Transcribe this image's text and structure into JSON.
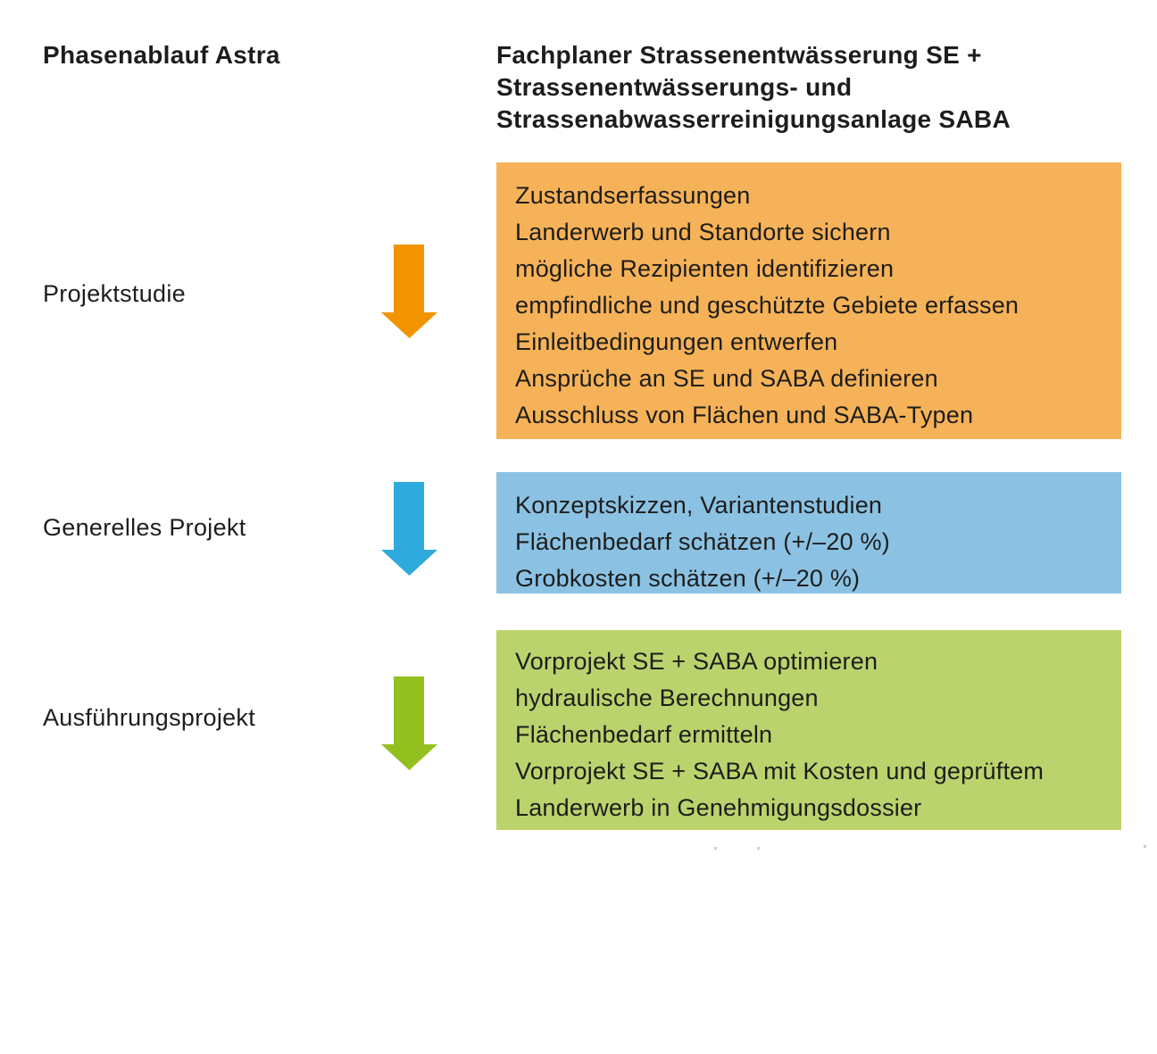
{
  "ink": "#1D1D1B",
  "headers": {
    "left": "Phasenablauf Astra",
    "right_lines": [
      "Fachplaner Strassenentwässerung SE +",
      "Strassenentwässerungs- und",
      "Strassenabwasserreinigungsanlage SABA"
    ]
  },
  "phases": [
    {
      "label": "Projektstudie",
      "arrow_color": "#F29400",
      "box_color": "#F6B258",
      "tasks": [
        "Zustandserfassungen",
        "Landerwerb und Standorte sichern",
        "mögliche Rezipienten identifizieren",
        "empfindliche und geschützte Gebiete erfassen",
        "Einleitbedingungen entwerfen",
        "Ansprüche an SE und SABA definieren",
        "Ausschluss von Flächen und SABA-Typen"
      ]
    },
    {
      "label": "Generelles Projekt",
      "arrow_color": "#2EAADC",
      "box_color": "#8BC2E4",
      "tasks": [
        "Konzeptskizzen, Variantenstudien",
        "Flächenbedarf schätzen (+/–20 %)",
        "Grobkosten schätzen (+/–20 %)"
      ]
    },
    {
      "label": "Ausführungsprojekt",
      "arrow_color": "#93C01F",
      "box_color": "#BBD36D",
      "tasks": [
        "Vorprojekt SE + SABA optimieren",
        "hydraulische Berechnungen",
        "Flächenbedarf ermitteln",
        "Vorprojekt SE + SABA mit Kosten und geprüftem Landerwerb in Genehmigungsdossier"
      ]
    }
  ]
}
